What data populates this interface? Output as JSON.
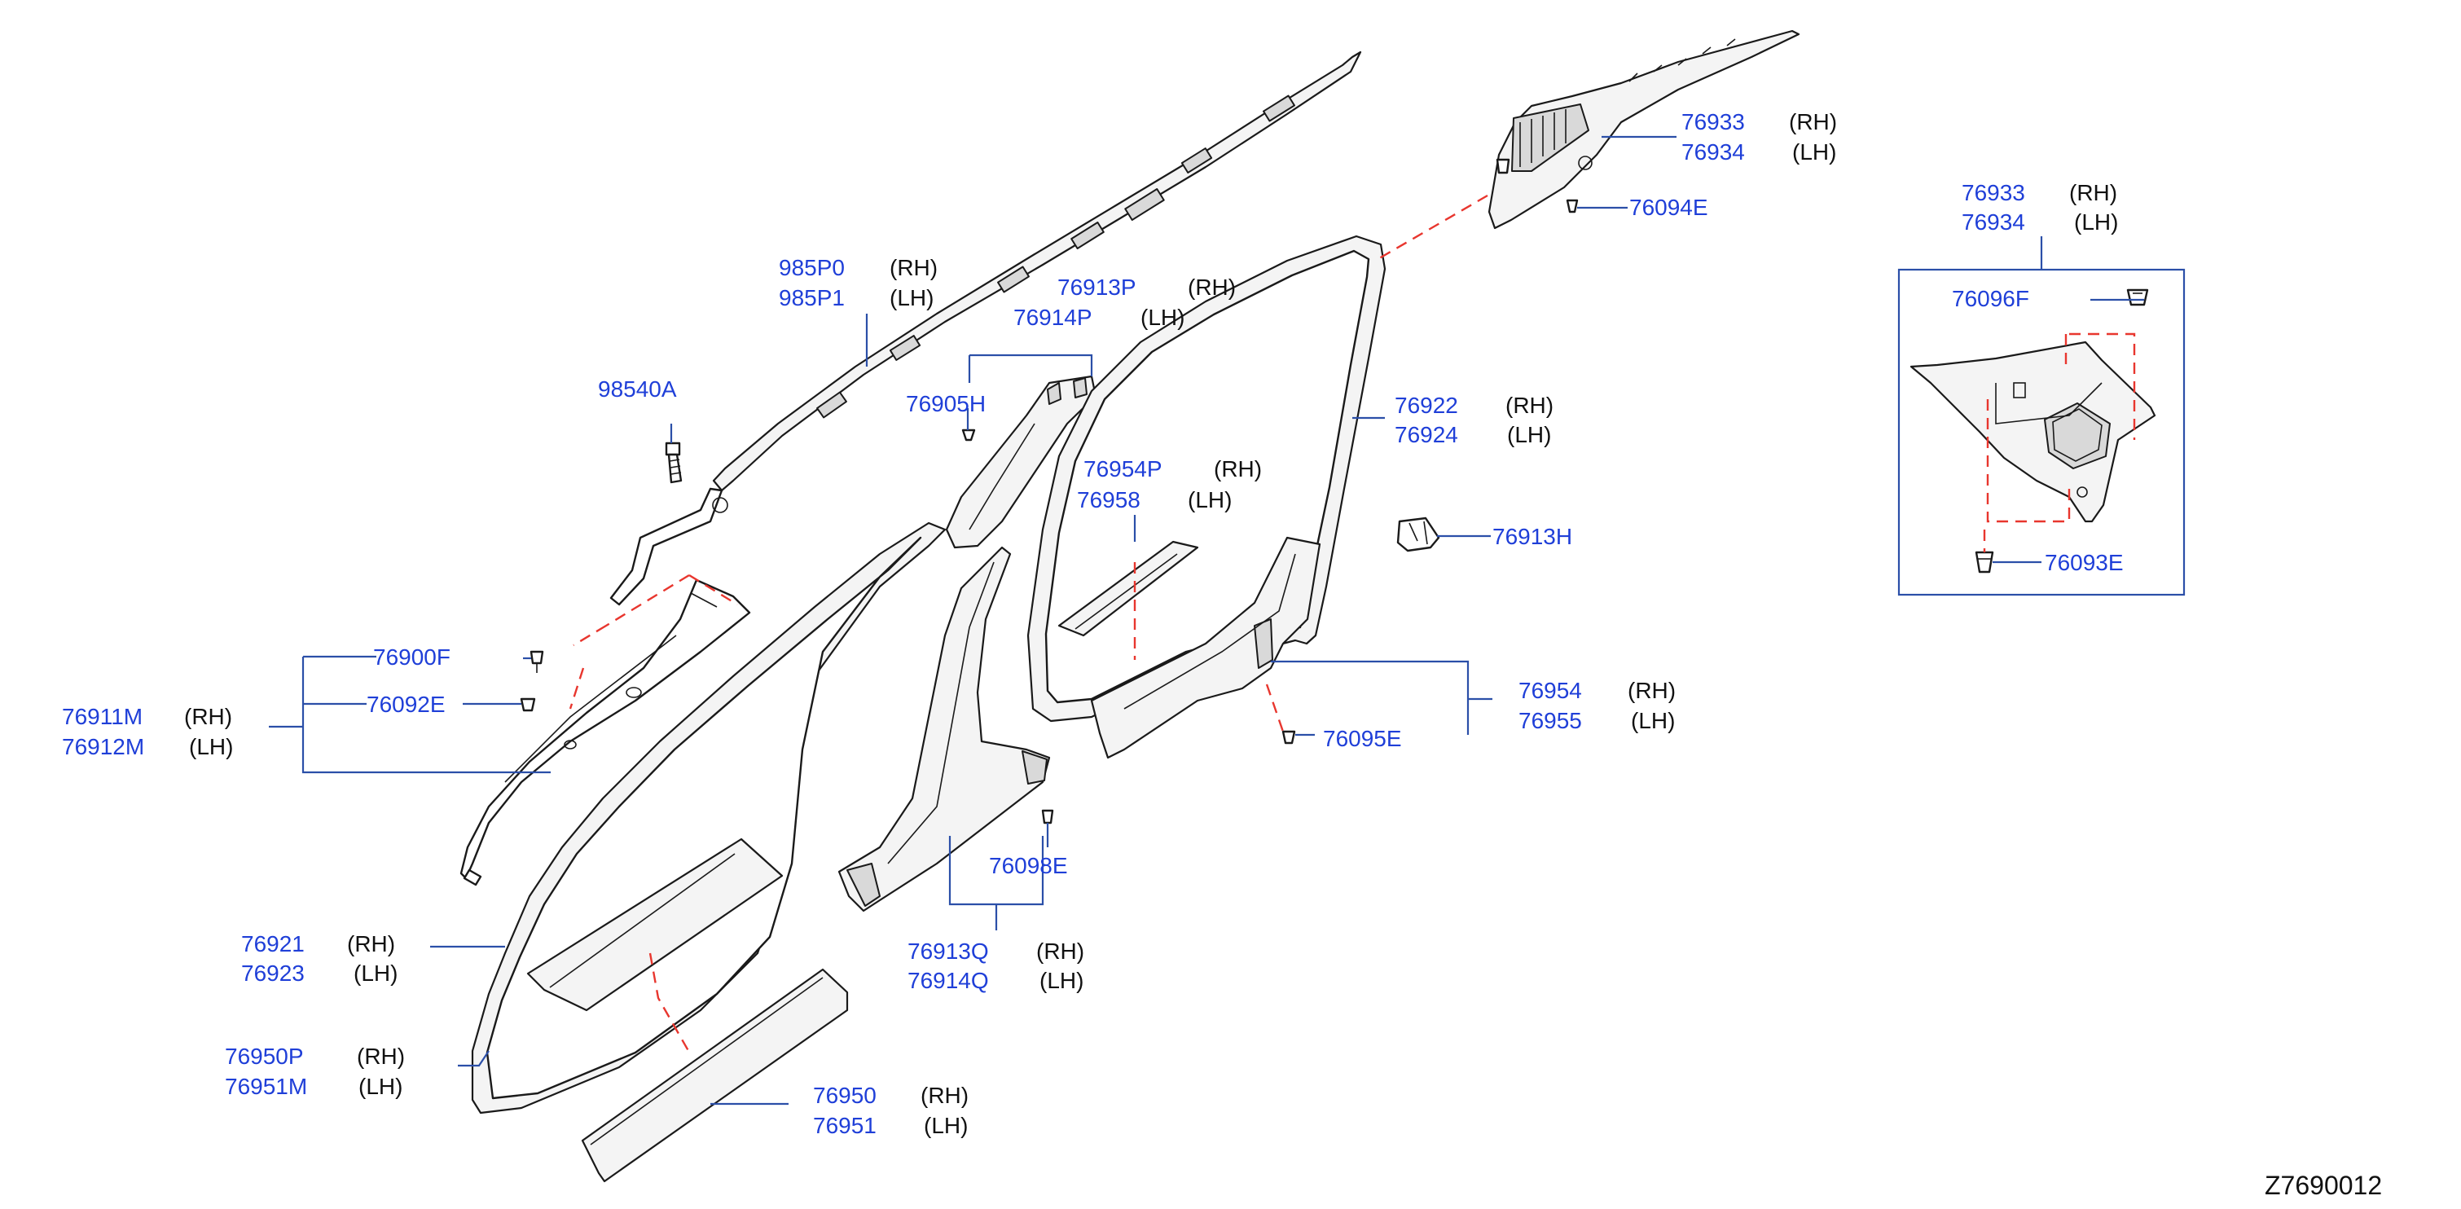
{
  "diagram_code": "Z7690012",
  "callouts": [
    {
      "id": "c-985p",
      "parts": [
        "985P0",
        "985P1"
      ],
      "sides": [
        "(RH)",
        "(LH)"
      ]
    },
    {
      "id": "c-98540a",
      "parts": [
        "98540A"
      ],
      "sides": []
    },
    {
      "id": "c-76913p",
      "parts": [
        "76913P",
        "76914P"
      ],
      "sides": [
        "(RH)",
        "(LH)"
      ]
    },
    {
      "id": "c-76905h",
      "parts": [
        "76905H"
      ],
      "sides": []
    },
    {
      "id": "c-76954p",
      "parts": [
        "76954P",
        "76958"
      ],
      "sides": [
        "(RH)",
        "(LH)"
      ]
    },
    {
      "id": "c-76922",
      "parts": [
        "76922",
        "76924"
      ],
      "sides": [
        "(RH)",
        "(LH)"
      ]
    },
    {
      "id": "c-76933-top",
      "parts": [
        "76933",
        "76934"
      ],
      "sides": [
        "(RH)",
        "(LH)"
      ]
    },
    {
      "id": "c-76094e",
      "parts": [
        "76094E"
      ],
      "sides": []
    },
    {
      "id": "c-76933-box",
      "parts": [
        "76933",
        "76934"
      ],
      "sides": [
        "(RH)",
        "(LH)"
      ]
    },
    {
      "id": "c-76096f",
      "parts": [
        "76096F"
      ],
      "sides": []
    },
    {
      "id": "c-76093e",
      "parts": [
        "76093E"
      ],
      "sides": []
    },
    {
      "id": "c-76913h",
      "parts": [
        "76913H"
      ],
      "sides": []
    },
    {
      "id": "c-76900f",
      "parts": [
        "76900F"
      ],
      "sides": []
    },
    {
      "id": "c-76092e",
      "parts": [
        "76092E"
      ],
      "sides": []
    },
    {
      "id": "c-76911m",
      "parts": [
        "76911M",
        "76912M"
      ],
      "sides": [
        "(RH)",
        "(LH)"
      ]
    },
    {
      "id": "c-76954",
      "parts": [
        "76954",
        "76955"
      ],
      "sides": [
        "(RH)",
        "(LH)"
      ]
    },
    {
      "id": "c-76095e",
      "parts": [
        "76095E"
      ],
      "sides": []
    },
    {
      "id": "c-76098e",
      "parts": [
        "76098E"
      ],
      "sides": []
    },
    {
      "id": "c-76913q",
      "parts": [
        "76913Q",
        "76914Q"
      ],
      "sides": [
        "(RH)",
        "(LH)"
      ]
    },
    {
      "id": "c-76921",
      "parts": [
        "76921",
        "76923"
      ],
      "sides": [
        "(RH)",
        "(LH)"
      ]
    },
    {
      "id": "c-76950p",
      "parts": [
        "76950P",
        "76951M"
      ],
      "sides": [
        "(RH)",
        "(LH)"
      ]
    },
    {
      "id": "c-76950",
      "parts": [
        "76950",
        "76951"
      ],
      "sides": [
        "(RH)",
        "(LH)"
      ]
    }
  ],
  "colors": {
    "part_number": "#1f3fd8",
    "leader_line": "#2b4fa8",
    "dashed_guide": "#e8362e",
    "outline": "#1a1a1a",
    "side_text": "#111111"
  }
}
